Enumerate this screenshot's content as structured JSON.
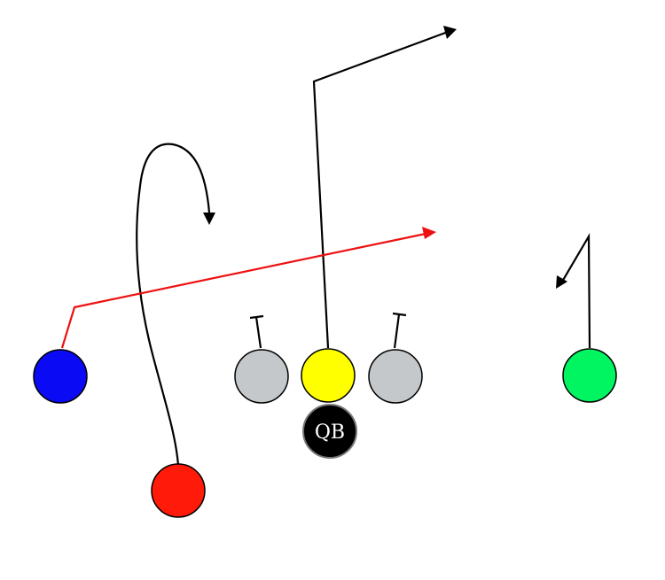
{
  "colors": {
    "background": "#ffffff",
    "route": "#000000",
    "primary_route": "#ee1111",
    "player_outline": "#000000",
    "qb_outline": "#777777"
  },
  "players": [
    {
      "role": "blue-receiver",
      "fill": "#0a0af5"
    },
    {
      "role": "red-receiver",
      "fill": "#ff1a0a"
    },
    {
      "role": "left-lineman",
      "fill": "#c4c8ca"
    },
    {
      "role": "center",
      "fill": "#ffff00"
    },
    {
      "role": "right-lineman",
      "fill": "#c4c8ca"
    },
    {
      "role": "green-receiver",
      "fill": "#00f560"
    },
    {
      "role": "quarterback",
      "fill": "#000000",
      "label": "QB"
    }
  ],
  "routes": [
    {
      "player": "blue-receiver",
      "kind": "shallow-cross",
      "arrow": true,
      "primary": true
    },
    {
      "player": "red-receiver",
      "kind": "curl",
      "arrow": true,
      "primary": false
    },
    {
      "player": "center",
      "kind": "post-corner",
      "arrow": true,
      "primary": false
    },
    {
      "player": "green-receiver",
      "kind": "comeback",
      "arrow": true,
      "primary": false
    },
    {
      "player": "left-lineman",
      "kind": "block",
      "arrow": false,
      "primary": false
    },
    {
      "player": "right-lineman",
      "kind": "block",
      "arrow": false,
      "primary": false
    }
  ]
}
